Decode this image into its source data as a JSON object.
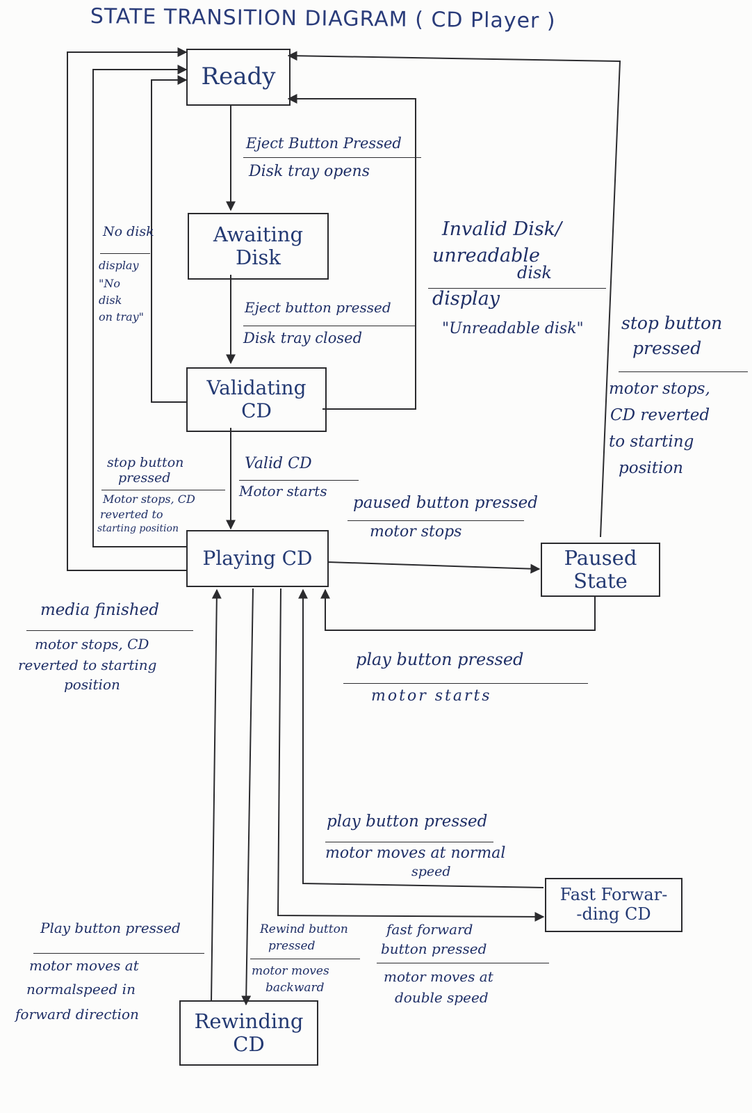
{
  "title": "STATE TRANSITION DIAGRAM ( CD Player )",
  "states": {
    "ready": [
      "Ready"
    ],
    "awaiting": [
      "Awaiting",
      "Disk"
    ],
    "validating": [
      "Validating",
      "CD"
    ],
    "playing": [
      "Playing CD"
    ],
    "paused": [
      "Paused",
      "State"
    ],
    "fastforward": [
      "Fast Forwar-",
      "-ding CD"
    ],
    "rewinding": [
      "Rewinding",
      "CD"
    ]
  },
  "transitions": {
    "ready_to_awaiting": {
      "event": "Eject Button Pressed",
      "action": "Disk tray opens"
    },
    "awaiting_to_validating": {
      "event": "Eject button pressed",
      "action": "Disk tray closed"
    },
    "validating_to_ready_nodisk": {
      "event": "No disk",
      "action": [
        "display",
        "\"No",
        "disk",
        "on tray\""
      ]
    },
    "validating_to_ready_invalid": {
      "event": [
        "Invalid Disk/",
        "unreadable",
        "disk"
      ],
      "action": [
        "display",
        "\"Unreadable disk\""
      ]
    },
    "validating_to_playing": {
      "event": "Valid CD",
      "action": "Motor starts"
    },
    "playing_to_ready_stop": {
      "event": [
        "stop button",
        "pressed"
      ],
      "action": [
        "Motor stops, CD",
        "reverted to",
        "starting position"
      ]
    },
    "paused_to_ready_stop": {
      "event": [
        "stop button",
        "pressed"
      ],
      "action": [
        "motor stops,",
        "CD reverted",
        "to starting",
        "position"
      ]
    },
    "playing_to_paused": {
      "event": "paused button pressed",
      "action": "motor stops"
    },
    "paused_to_playing": {
      "event": "play button pressed",
      "action": "motor starts"
    },
    "playing_to_ready_media": {
      "event": "media finished",
      "action": [
        "motor stops, CD",
        "reverted to starting",
        "position"
      ]
    },
    "fastforward_to_playing": {
      "event": "play button pressed",
      "action": [
        "motor moves at normal",
        "speed"
      ]
    },
    "playing_to_fastforward": {
      "event": [
        "fast forward",
        "button pressed"
      ],
      "action": [
        "motor moves at",
        "double speed"
      ]
    },
    "playing_to_rewinding": {
      "event": [
        "Rewind button",
        "pressed"
      ],
      "action": [
        "motor moves",
        "backward"
      ]
    },
    "rewinding_to_playing": {
      "event": "Play button pressed",
      "action": [
        "motor moves at",
        "normalspeed in",
        "forward direction"
      ]
    }
  },
  "colors": {
    "ink_text": "#243a73",
    "ink_lines": "#2b2b2e",
    "paper": "#fcfcfb"
  }
}
